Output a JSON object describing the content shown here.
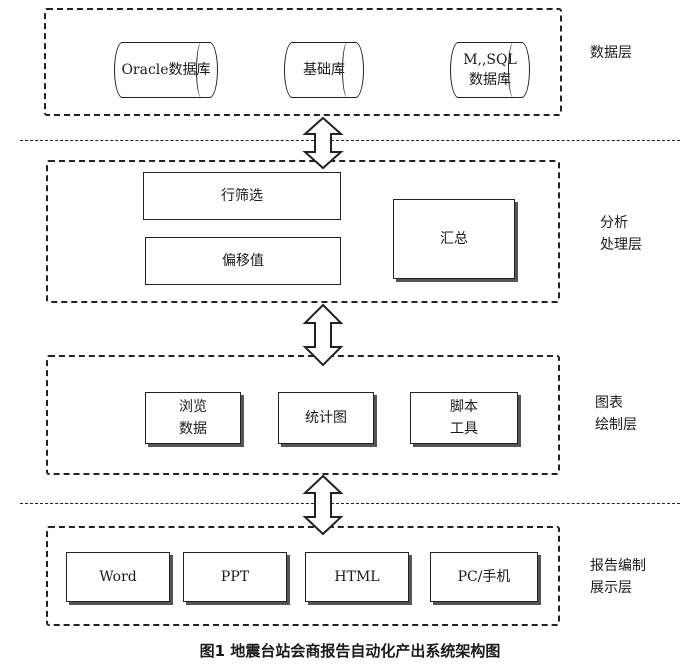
{
  "layers": {
    "data": {
      "label_line1": "数据层",
      "items": [
        "Oracle数据库",
        "基础库",
        "M,,SQL",
        "数据库"
      ]
    },
    "analysis": {
      "label_line1": "分析",
      "label_line2": "处理层",
      "row_filter": "行筛选",
      "offset": "偏移值",
      "summary": "汇总"
    },
    "chart": {
      "label_line1": "图表",
      "label_line2": "绘制层",
      "browse_line1": "浏览",
      "browse_line2": "数据",
      "stat_chart": "统计图",
      "script_line1": "脚本",
      "script_line2": "工具"
    },
    "report": {
      "label_line1": "报告编制",
      "label_line2": "展示层",
      "outputs": [
        "Word",
        "PPT",
        "HTML",
        "PC/手机"
      ]
    }
  },
  "caption": "图1   地震台站会商报告自动化产出系统架构图"
}
